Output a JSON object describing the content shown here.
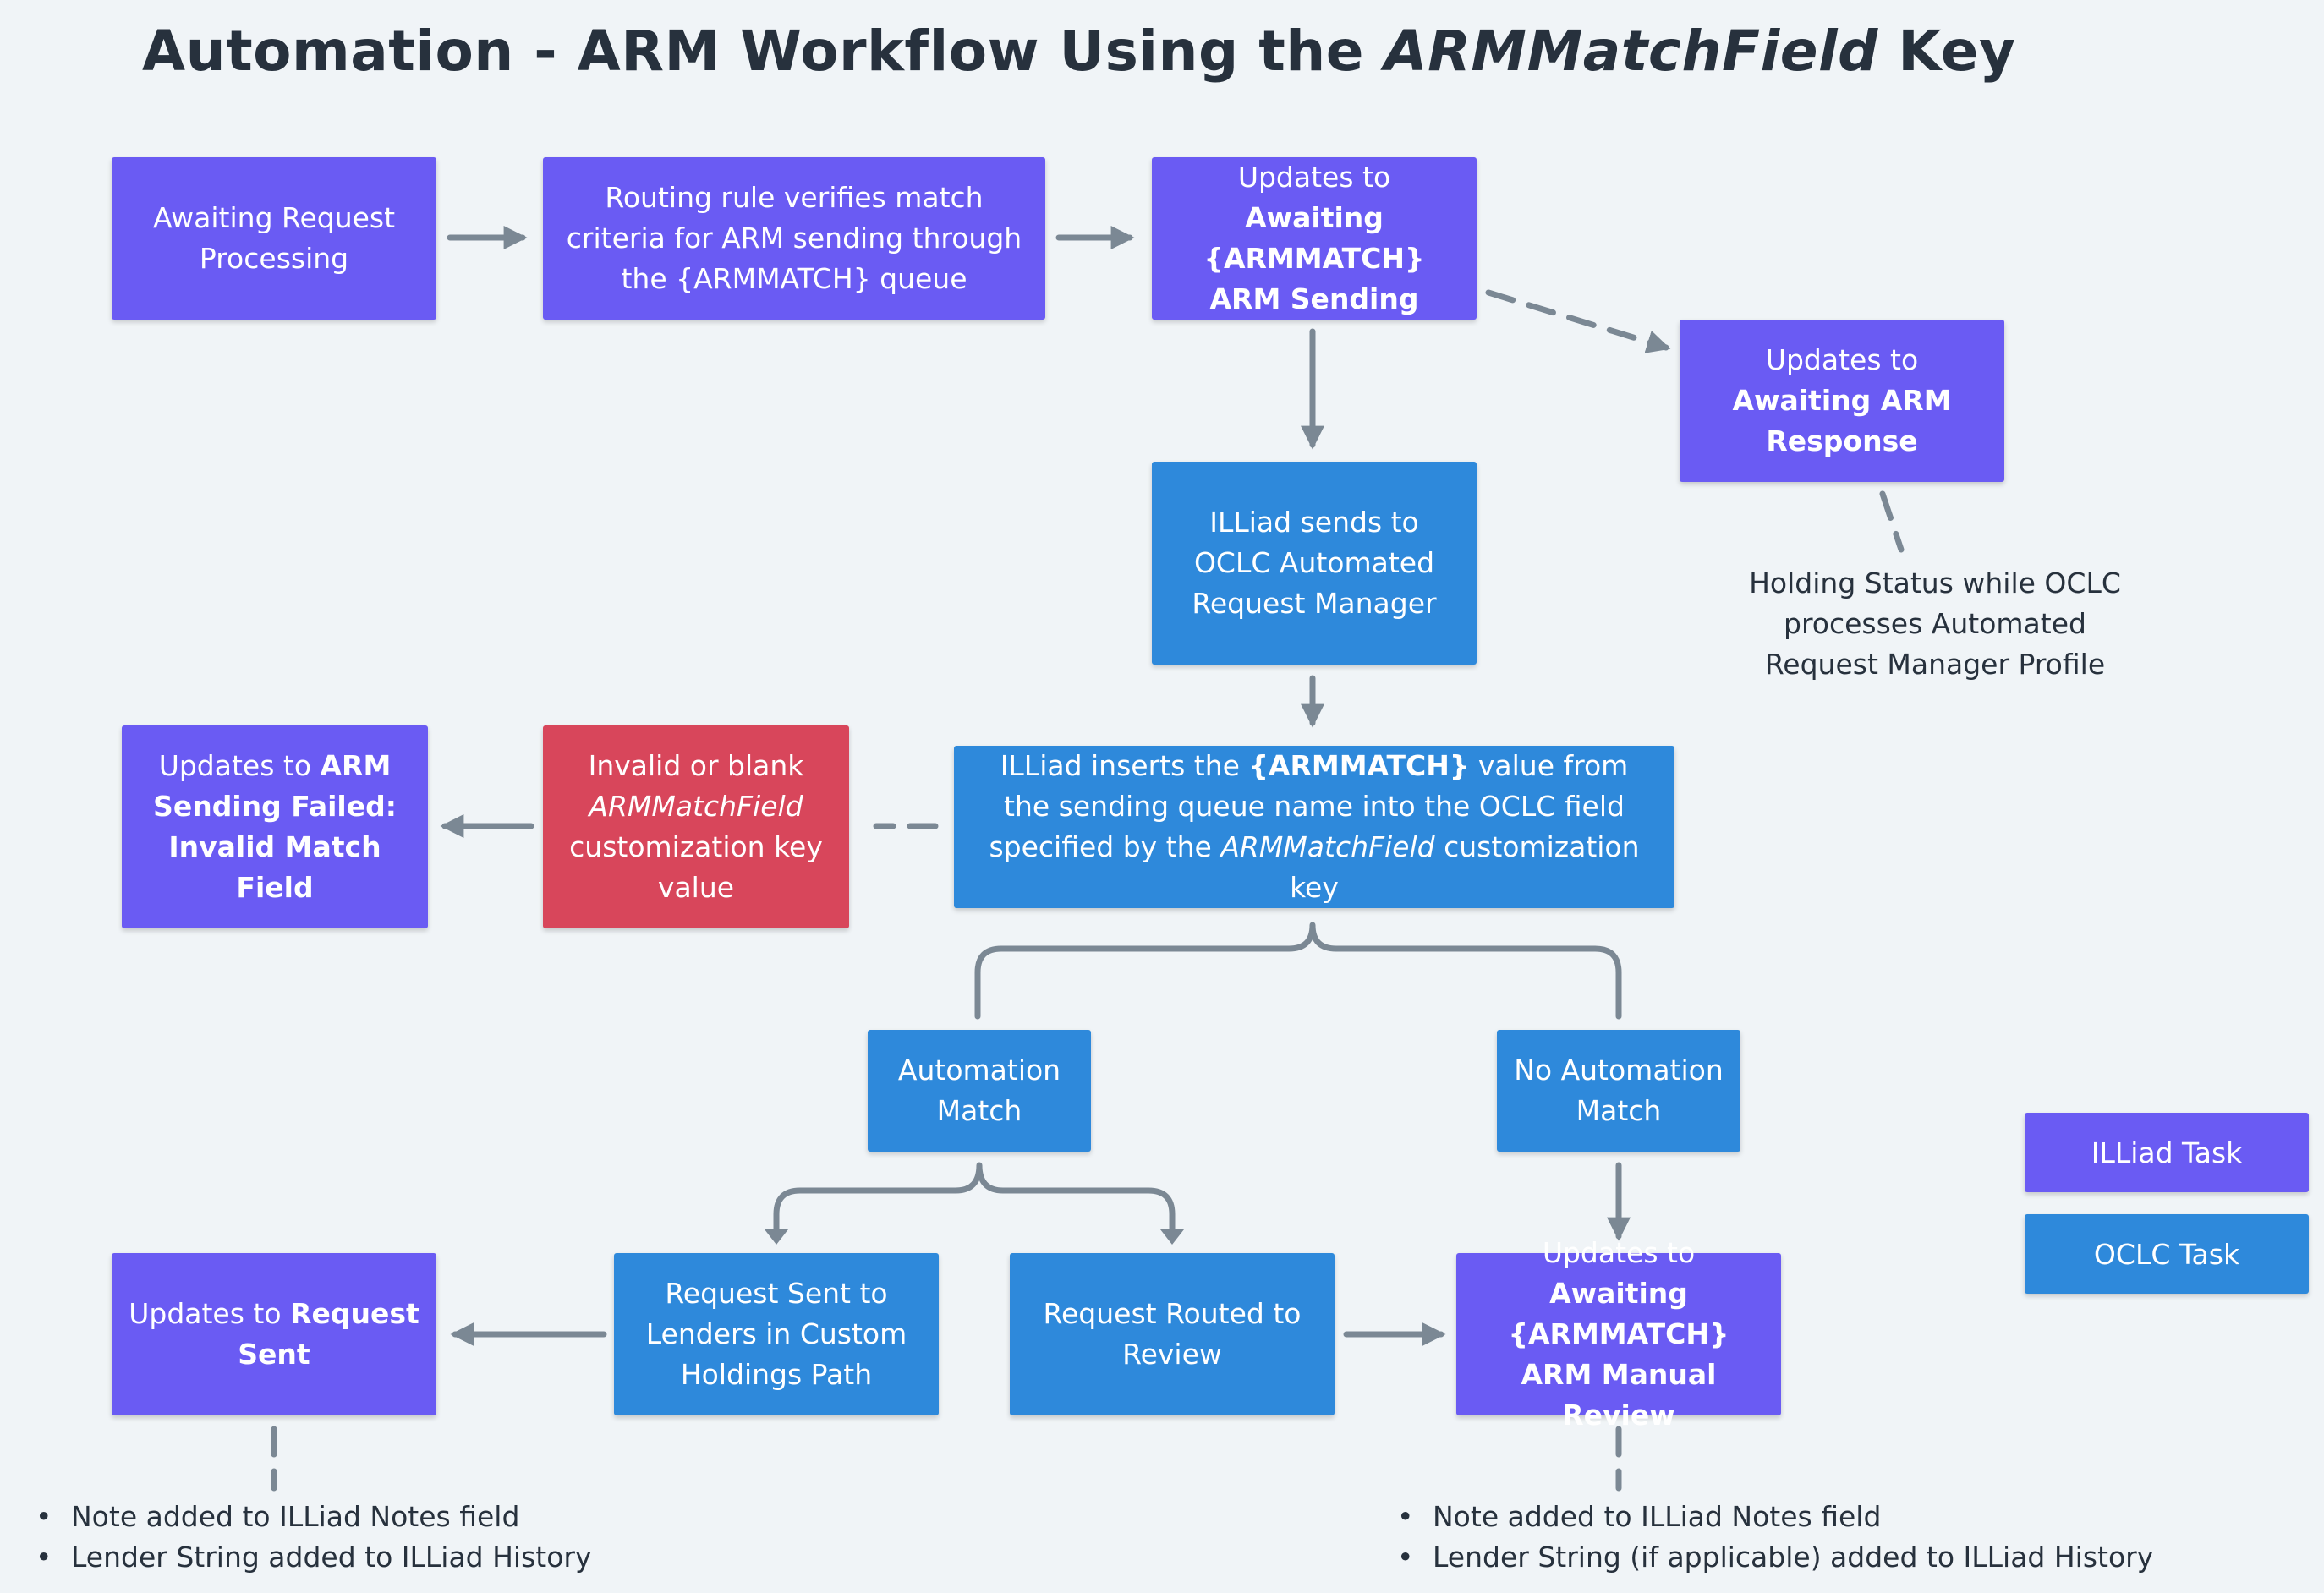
{
  "title": {
    "prefix": "Automation - ARM Workflow Using the ",
    "emphasis": "ARMMatchField",
    "suffix": " Key"
  },
  "nodes": {
    "awaiting_request_processing": {
      "text": "Awaiting Request Processing"
    },
    "routing_rule": {
      "text": "Routing rule verifies match criteria for ARM sending through the {ARMMATCH} queue"
    },
    "updates_awaiting_armmatch_sending": {
      "normal": "Updates to ",
      "bold": "Awaiting {ARMMATCH} ARM Sending"
    },
    "updates_awaiting_arm_response": {
      "normal": "Updates to ",
      "bold": "Awaiting ARM Response"
    },
    "illiad_sends_to_oclc": {
      "text": "ILLiad sends to OCLC Automated Request Manager"
    },
    "illiad_inserts": {
      "part1": "ILLiad inserts the ",
      "bold": "{ARMMATCH}",
      "part2": " value from the sending queue name into the OCLC field specified by the ",
      "italic": "ARMMatchField",
      "part3": " customization key"
    },
    "invalid_or_blank": {
      "part1": "Invalid or blank ",
      "italic": "ARMMatchField",
      "part2": " customization key value"
    },
    "updates_arm_sending_failed": {
      "normal": "Updates to ",
      "bold": "ARM Sending Failed: Invalid Match Field"
    },
    "automation_match": {
      "text": "Automation Match"
    },
    "no_automation_match": {
      "text": "No Automation Match"
    },
    "request_sent_to_lenders": {
      "text": "Request Sent to Lenders in Custom Holdings Path"
    },
    "request_routed_to_review": {
      "text": "Request Routed to Review"
    },
    "updates_request_sent": {
      "normal": "Updates to ",
      "bold": "Request Sent"
    },
    "updates_awaiting_manual_review": {
      "normal": "Updates to ",
      "bold": "Awaiting {ARMMATCH}  ARM Manual Review"
    }
  },
  "annotations": {
    "holding_status": "Holding Status while OCLC processes Automated Request Manager Profile",
    "request_sent_notes": [
      "Note added to ILLiad Notes field",
      "Lender String added to ILLiad History"
    ],
    "manual_review_notes": [
      "Note added to ILLiad Notes field",
      "Lender String (if applicable) added to ILLiad History"
    ]
  },
  "legend": {
    "illiad_task": "ILLiad Task",
    "oclc_task": "OCLC Task"
  },
  "colors": {
    "illiad": "#6a5bf3",
    "oclc": "#2e89db",
    "error": "#d8465b",
    "connector": "#7b8894",
    "text": "#27313d",
    "background": "#f0f4f7"
  }
}
